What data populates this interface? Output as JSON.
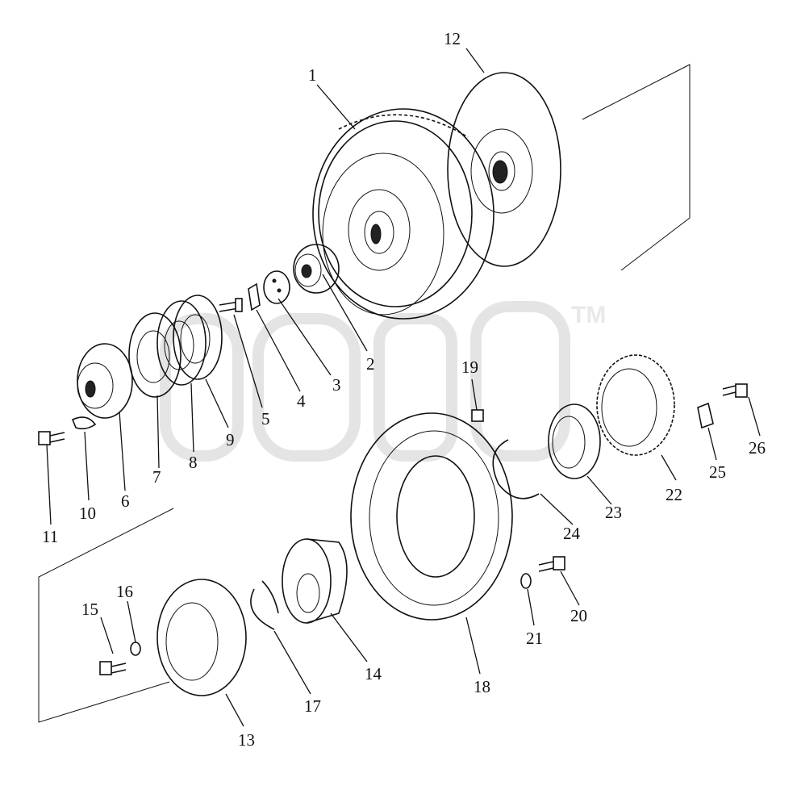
{
  "watermark": {
    "mark": "TM"
  },
  "callouts": [
    {
      "id": "1",
      "text": "1"
    },
    {
      "id": "2",
      "text": "2"
    },
    {
      "id": "3",
      "text": "3"
    },
    {
      "id": "4",
      "text": "4"
    },
    {
      "id": "5",
      "text": "5"
    },
    {
      "id": "6",
      "text": "6"
    },
    {
      "id": "7",
      "text": "7"
    },
    {
      "id": "8",
      "text": "8"
    },
    {
      "id": "9",
      "text": "9"
    },
    {
      "id": "10",
      "text": "10"
    },
    {
      "id": "11",
      "text": "11"
    },
    {
      "id": "12",
      "text": "12"
    },
    {
      "id": "13",
      "text": "13"
    },
    {
      "id": "14",
      "text": "14"
    },
    {
      "id": "15",
      "text": "15"
    },
    {
      "id": "16",
      "text": "16"
    },
    {
      "id": "17",
      "text": "17"
    },
    {
      "id": "18",
      "text": "18"
    },
    {
      "id": "19",
      "text": "19"
    },
    {
      "id": "20",
      "text": "20"
    },
    {
      "id": "21",
      "text": "21"
    },
    {
      "id": "22",
      "text": "22"
    },
    {
      "id": "23",
      "text": "23"
    },
    {
      "id": "24",
      "text": "24"
    },
    {
      "id": "25",
      "text": "25"
    },
    {
      "id": "26",
      "text": "26"
    }
  ]
}
